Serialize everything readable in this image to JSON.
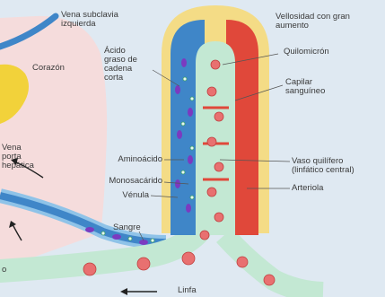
{
  "labels": {
    "vena_subclavia": [
      "Vena subclavia",
      "izquierda"
    ],
    "vellosidad": [
      "Vellosidad con gran",
      "aumento"
    ],
    "acido_graso": [
      "Ácido",
      "graso de",
      "cadena",
      "corta"
    ],
    "quilomicron": "Quilomicrón",
    "corazon": "Corazón",
    "capilar": [
      "Capilar",
      "sanguíneo"
    ],
    "vena_porta": [
      "Vena",
      "porta",
      "hepática"
    ],
    "aminoacido": "Aminoácido",
    "vaso_quilifero": [
      "Vaso quilífero",
      "(linfático central)"
    ],
    "monosacarido": "Monosacárido",
    "arteriola": "Arteriola",
    "venula": "Vénula",
    "sangre": "Sangre",
    "linfa": "Linfa",
    "left_edge": "o"
  },
  "colors": {
    "background": "#dfe9f2",
    "torso": "#f5dcdc",
    "heart": "#f2d23a",
    "vein_blue": "#3f86c8",
    "artery_red": "#e0483a",
    "lymph_green": "#c3e8d3",
    "villus_yellow": "#f4dc86",
    "fatty_acid_purple": "#7b3ac0",
    "chylomicron": "#e87070"
  }
}
